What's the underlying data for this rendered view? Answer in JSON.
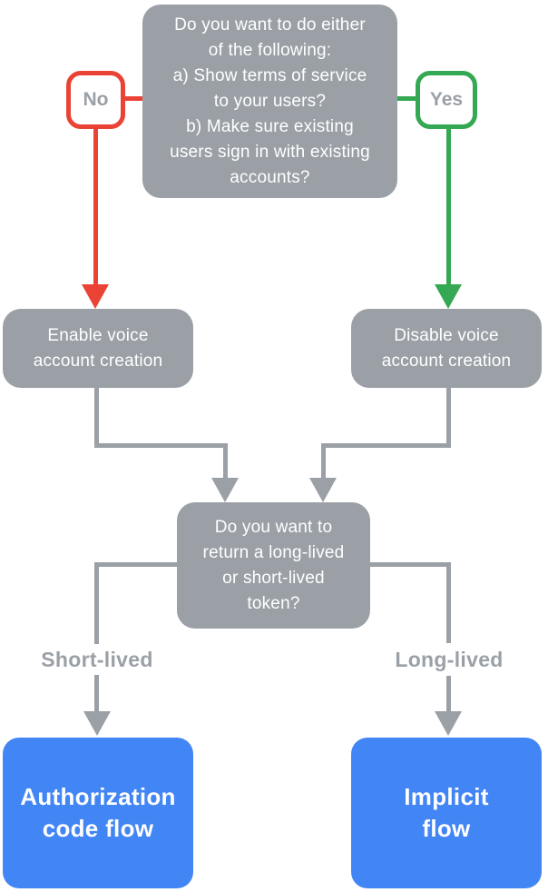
{
  "colors": {
    "node_gray": "#9AA0A6",
    "no_red": "#EA4335",
    "yes_green": "#34A853",
    "result_blue": "#4285F4",
    "badge_text_gray": "#9AA0A6",
    "node_text_white": "#FFFFFF",
    "background": "#FFFFFF"
  },
  "flowchart": {
    "start_question": {
      "text": "Do you want to do either\nof the following:\na) Show terms of service\nto your users?\nb) Make sure existing\nusers sign in with existing\naccounts?"
    },
    "no_branch": {
      "label": "No",
      "result": {
        "text": "Enable voice\naccount creation"
      }
    },
    "yes_branch": {
      "label": "Yes",
      "result": {
        "text": "Disable voice\naccount creation"
      }
    },
    "token_question": {
      "text": "Do you want to\nreturn a long-lived\nor short-lived\ntoken?"
    },
    "short_lived_branch": {
      "label": "Short-lived",
      "result": {
        "text": "Authorization\ncode flow"
      }
    },
    "long_lived_branch": {
      "label": "Long-lived",
      "result": {
        "text": "Implicit\nflow"
      }
    }
  }
}
